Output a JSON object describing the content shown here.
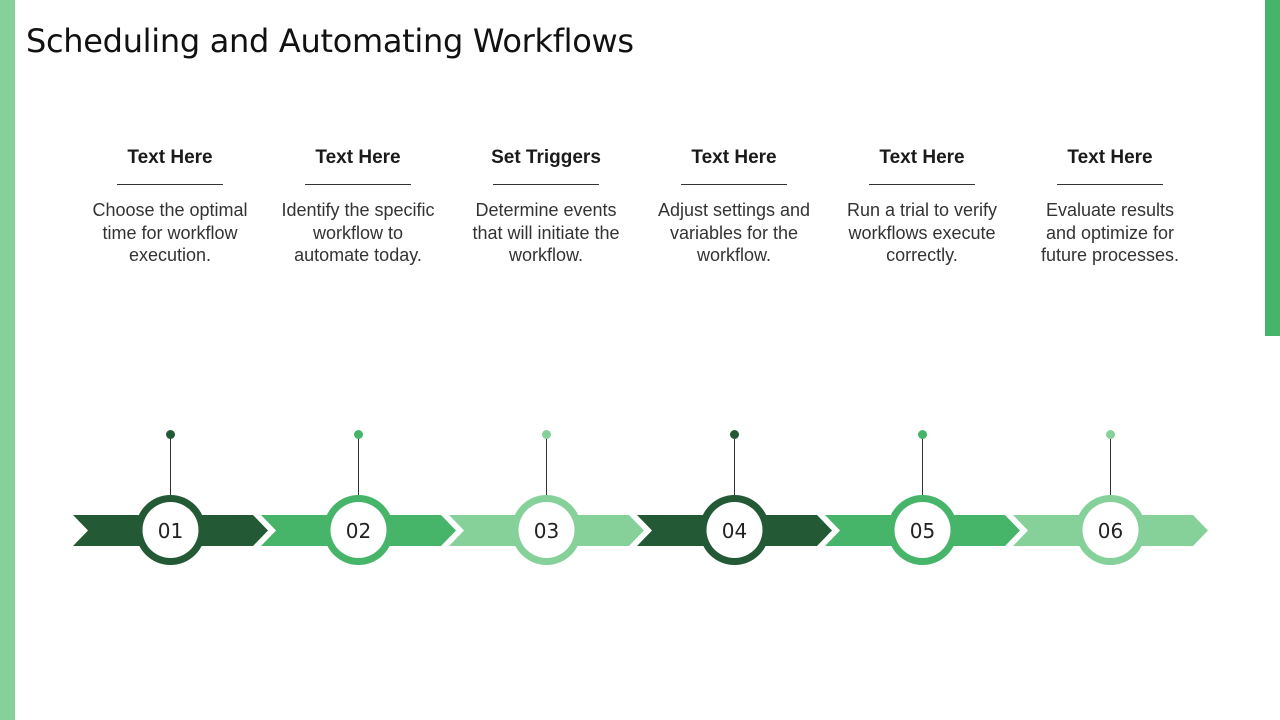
{
  "title": "Scheduling and Automating Workflows",
  "colors": {
    "dark": "#235934",
    "medium": "#46b56a",
    "light": "#86d19a",
    "left_bar": "#86d19a",
    "right_bar": "#46b56a"
  },
  "steps": [
    {
      "number": "01",
      "heading": "Text Here",
      "description": "Choose the optimal time for workflow execution.",
      "color": "dark"
    },
    {
      "number": "02",
      "heading": "Text Here",
      "description": "Identify the specific workflow to automate today.",
      "color": "medium"
    },
    {
      "number": "03",
      "heading": "Set Triggers",
      "description": "Determine events that will initiate the workflow.",
      "color": "light"
    },
    {
      "number": "04",
      "heading": "Text Here",
      "description": "Adjust settings and variables for the workflow.",
      "color": "dark"
    },
    {
      "number": "05",
      "heading": "Text Here",
      "description": "Run a trial to verify workflows execute correctly.",
      "color": "medium"
    },
    {
      "number": "06",
      "heading": "Text Here",
      "description": "Evaluate results and optimize for future processes.",
      "color": "light"
    }
  ]
}
